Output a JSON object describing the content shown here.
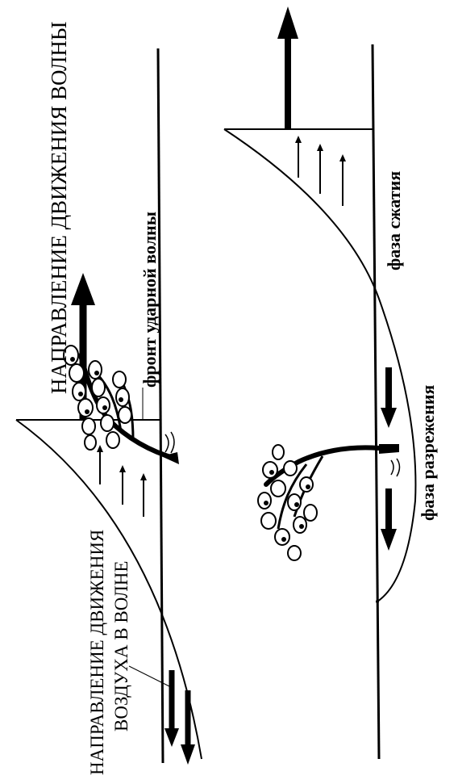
{
  "top_panel": {
    "wave_direction_label": "НАПРАВЛЕНИЕ ДВИЖЕНИЯ ВОЛНЫ",
    "shock_front_label": "фронт ударной волны",
    "air_direction_label_line1": "НАПРАВЛЕНИЕ ДВИЖЕНИЯ",
    "air_direction_label_line2": "ВОЗДУХА В ВОЛНЕ"
  },
  "bottom_panel": {
    "compression_phase_label": "фаза сжатия",
    "rarefaction_phase_label": "фаза разрежения"
  }
}
